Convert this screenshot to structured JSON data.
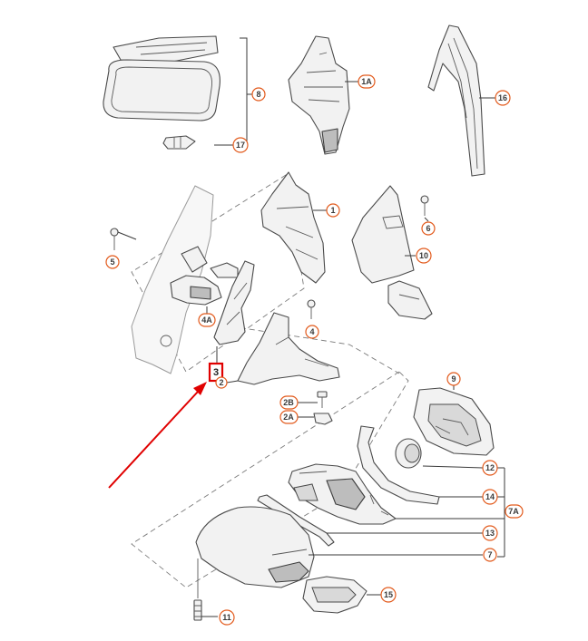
{
  "diagram": {
    "callouts": {
      "c8": "8",
      "c1A": "1A",
      "c16": "16",
      "c17": "17",
      "c1": "1",
      "c6": "6",
      "c10": "10",
      "c5": "5",
      "c4A": "4A",
      "c4": "4",
      "c3": "3",
      "c2": "2",
      "c2B": "2B",
      "c2A": "2A",
      "c9": "9",
      "c12": "12",
      "c14": "14",
      "c7A": "7A",
      "c13": "13",
      "c7": "7",
      "c15": "15",
      "c11": "11"
    },
    "highlighted_callout": "3",
    "highlight_color": "#e00000",
    "callout_color": "#e25a1c"
  }
}
